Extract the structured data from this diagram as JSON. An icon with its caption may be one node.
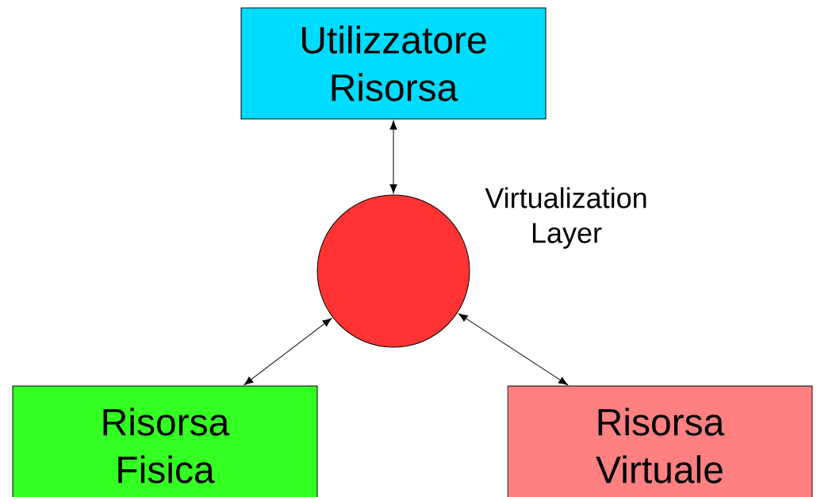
{
  "diagram": {
    "nodes": [
      {
        "text": [
          "Utilizzatore Risorsa"
        ]
      },
      {
        "text": [],
        "shape": "circle",
        "beside": [
          "Virtualization Layer"
        ]
      },
      {
        "text": [
          "Risorsa Fisica"
        ]
      },
      {
        "text": [
          "Risorsa Virtuale"
        ]
      }
    ],
    "edges": [
      {
        "from": 0,
        "to": 1,
        "arrow": "both"
      },
      {
        "from": 1,
        "to": 2,
        "arrow": "both"
      },
      {
        "from": 1,
        "to": 3,
        "arrow": "both"
      }
    ]
  }
}
